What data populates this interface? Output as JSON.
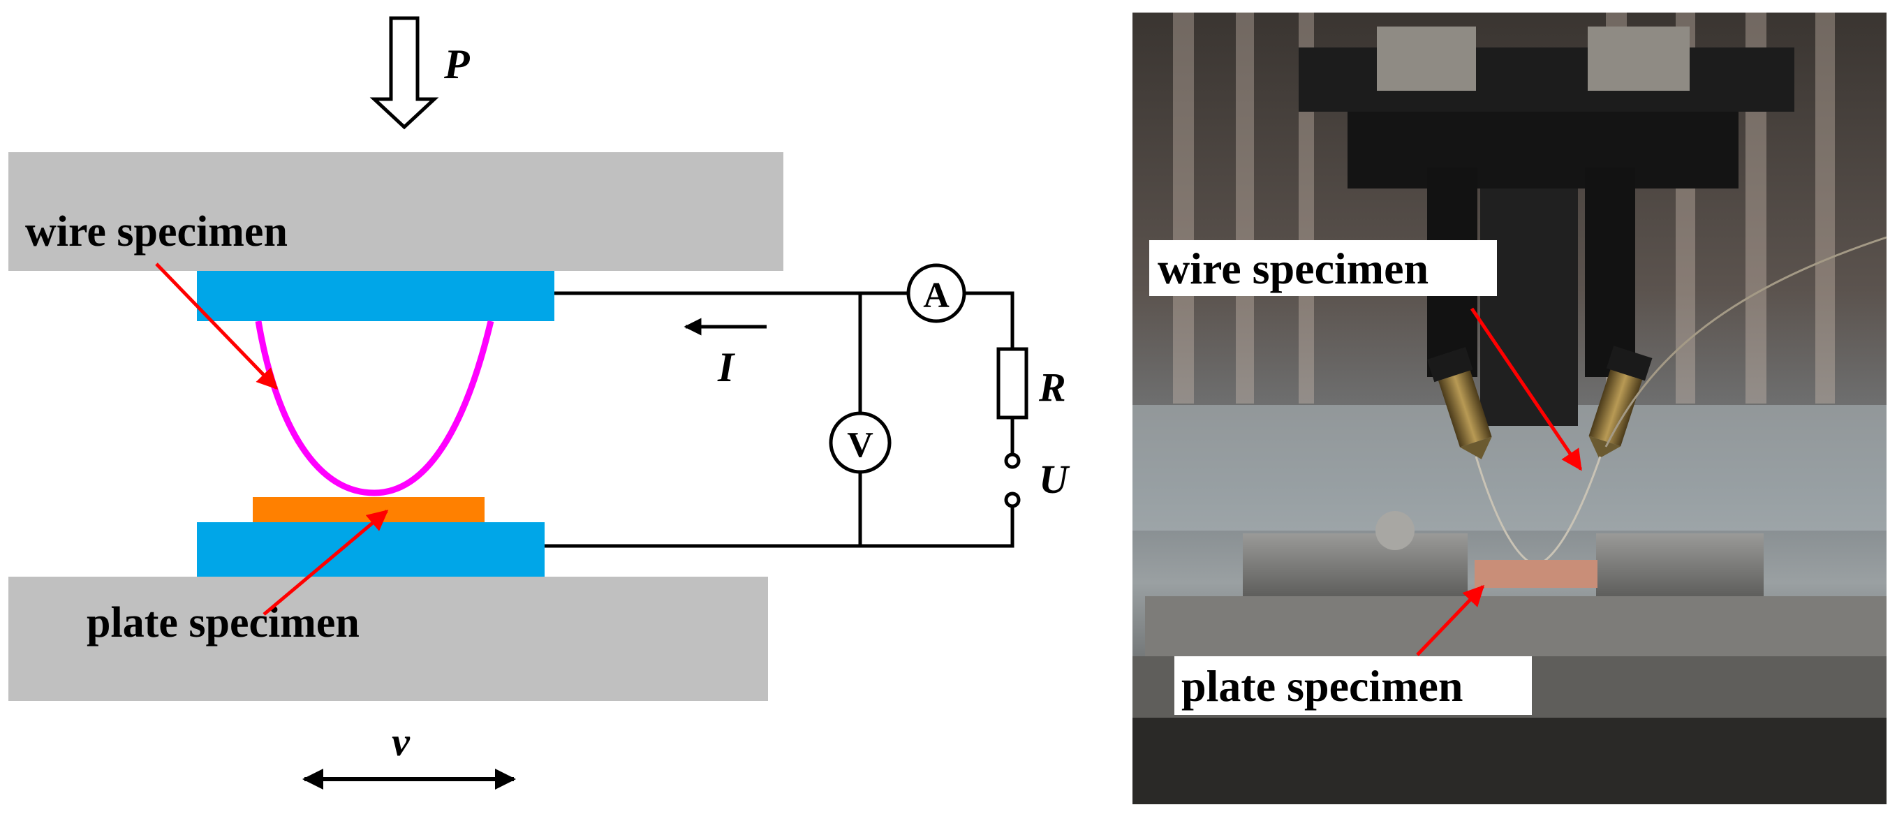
{
  "schematic": {
    "force_label": "P",
    "wire_label": "wire specimen",
    "plate_label": "plate specimen",
    "current_label": "I",
    "ammeter_symbol": "A",
    "voltmeter_symbol": "V",
    "resistor_label": "R",
    "source_label": "U",
    "velocity_label": "v"
  },
  "photo": {
    "wire_label": "wire specimen",
    "plate_label": "plate specimen"
  },
  "colors": {
    "platen": "#c0c0c0",
    "holder": "#00a6e8",
    "wire": "#ff00ff",
    "plate": "#ff8000",
    "pointer": "#ff0000",
    "circuit": "#000000"
  }
}
